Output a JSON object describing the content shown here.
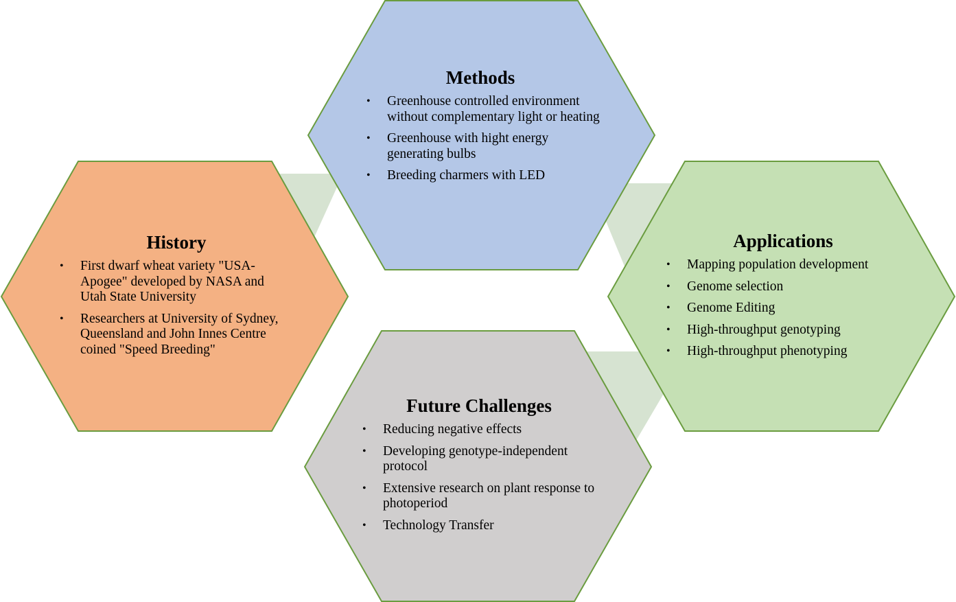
{
  "colors": {
    "outline": "#6a9c3f",
    "connector": "#d6e3d1",
    "methods": "#b4c7e7",
    "history": "#f4b183",
    "applications": "#c5e0b4",
    "future": "#d0cece"
  },
  "methods": {
    "title": "Methods",
    "items": [
      "Greenhouse controlled environment without complementary light or heating",
      "Greenhouse with hight energy generating bulbs",
      "Breeding charmers with LED"
    ]
  },
  "history": {
    "title": "History",
    "items": [
      "First dwarf wheat variety \"USA-Apogee\" developed by NASA and Utah State University",
      "Researchers at University of Sydney, Queensland and John Innes Centre coined \"Speed Breeding\""
    ]
  },
  "applications": {
    "title": "Applications",
    "items": [
      "Mapping population development",
      "Genome selection",
      "Genome Editing",
      "High-throughput genotyping",
      "High-throughput phenotyping"
    ]
  },
  "future": {
    "title": "Future Challenges",
    "items": [
      "Reducing negative effects",
      "Developing genotype-independent protocol",
      "Extensive research on plant response to photoperiod",
      "Technology Transfer"
    ]
  }
}
